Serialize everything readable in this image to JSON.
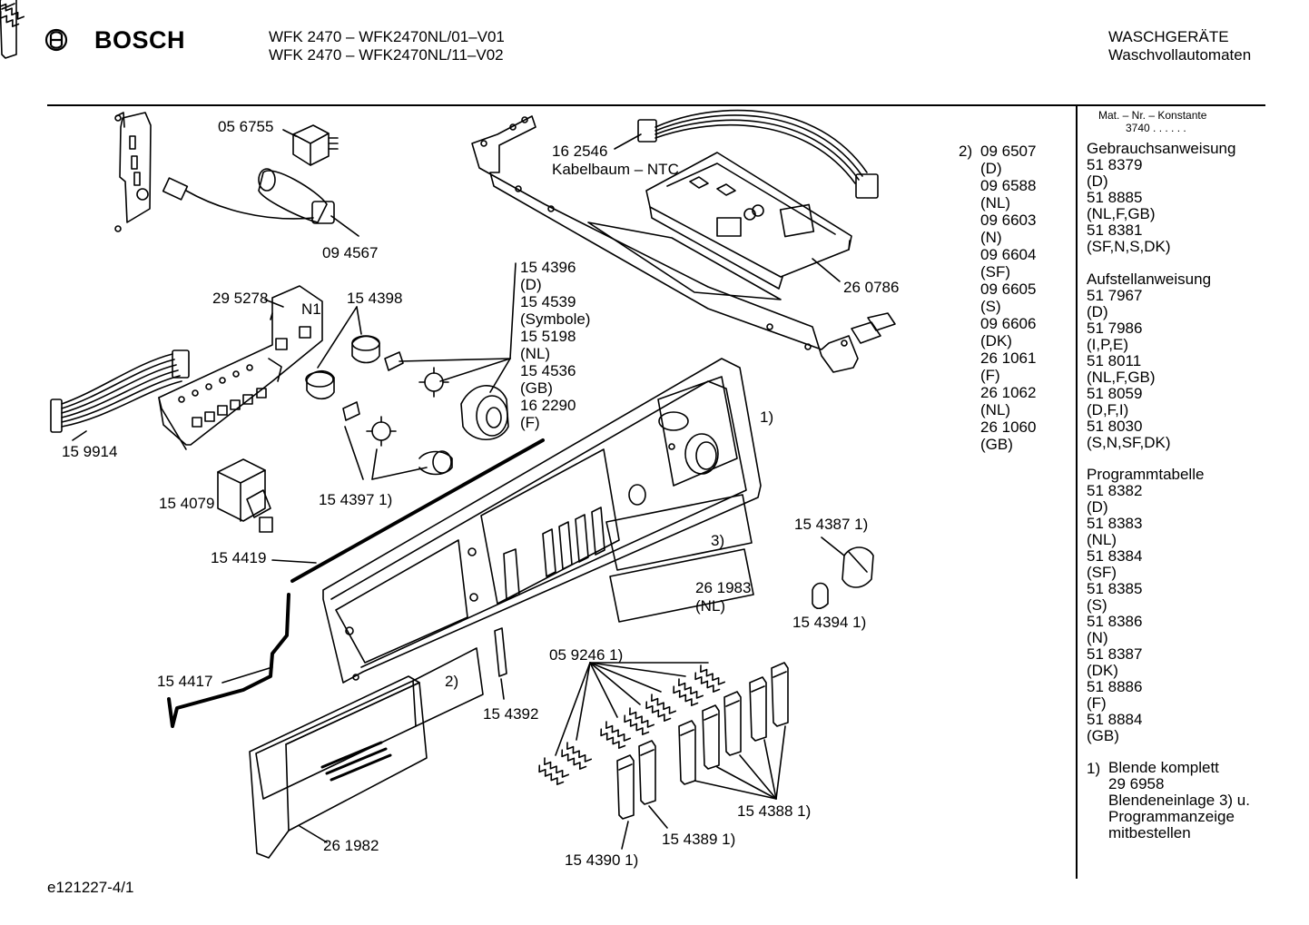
{
  "header": {
    "brand": "BOSCH",
    "model_lines": [
      "WFK 2470 – WFK2470NL/01–V01",
      "WFK 2470 – WFK2470NL/11–V02"
    ],
    "category": "WASCHGERÄTE",
    "subcategory": "Waschvollautomaten"
  },
  "footer": {
    "code": "e121227-4/1"
  },
  "sidebar": {
    "matnr_label": "Mat. – Nr. – Konstante",
    "matnr_value": "3740 . . . . . .",
    "gebrauch": {
      "title": "Gebrauchsanweisung",
      "lines": [
        "51 8379",
        "(D)",
        "51 8885",
        "(NL,F,GB)",
        "51 8381",
        "(SF,N,S,DK)"
      ]
    },
    "aufstell": {
      "title": "Aufstellanweisung",
      "lines": [
        "51 7967",
        "(D)",
        "51 7986",
        "(I,P,E)",
        "51 8011",
        "(NL,F,GB)",
        "51 8059",
        "(D,F,I)",
        "51 8030",
        "(S,N,SF,DK)"
      ]
    },
    "programm": {
      "title": "Programmtabelle",
      "lines": [
        "51 8382",
        "(D)",
        "51 8383",
        "(NL)",
        "51 8384",
        "(SF)",
        "51 8385",
        "(S)",
        "51 8386",
        "(N)",
        "51 8387",
        "(DK)",
        "51 8886",
        "(F)",
        "51 8884",
        "(GB)"
      ]
    },
    "note": {
      "marker": "1)",
      "lines": [
        "Blende komplett",
        "29 6958",
        "Blendeneinlage 3) u.",
        "Programmanzeige",
        "mitbestellen"
      ]
    }
  },
  "parts": {
    "p056755": "05 6755",
    "p094567": "09 4567",
    "p162546": "16 2546",
    "kabelbaum": "Kabelbaum – NTC",
    "p260786": "26 0786",
    "p295278": "29 5278",
    "n1": "N1",
    "p154398": "15 4398",
    "p159914": "15 9914",
    "p154079": "15 4079",
    "p154419": "15 4419",
    "p154417": "15 4417",
    "p1543971": "15 4397 1)",
    "ref1": "1)",
    "ref2": "2)",
    "ref3": "3)",
    "p261983": "26 1983",
    "p261983_country": "(NL)",
    "p1543871": "15 4387 1)",
    "p1543941": "15 4394 1)",
    "p0592461": "05 9246 1)",
    "p154392": "15 4392",
    "p261982": "26 1982",
    "p1543881": "15 4388 1)",
    "p1543891": "15 4389 1)",
    "p1543901": "15 4390 1)"
  },
  "knob_list": [
    "15 4396",
    "(D)",
    "15 4539",
    "(Symbole)",
    "15 5198",
    "(NL)",
    "15 4536",
    "(GB)",
    "16 2290",
    "(F)"
  ],
  "module_list_marker": "2)",
  "module_list": [
    "09 6507",
    "(D)",
    "09 6588",
    "(NL)",
    "09 6603",
    "(N)",
    "09 6604",
    "(SF)",
    "09 6605",
    "(S)",
    "09 6606",
    "(DK)",
    "26 1061",
    "(F)",
    "26 1062",
    "(NL)",
    "26 1060",
    "(GB)"
  ]
}
